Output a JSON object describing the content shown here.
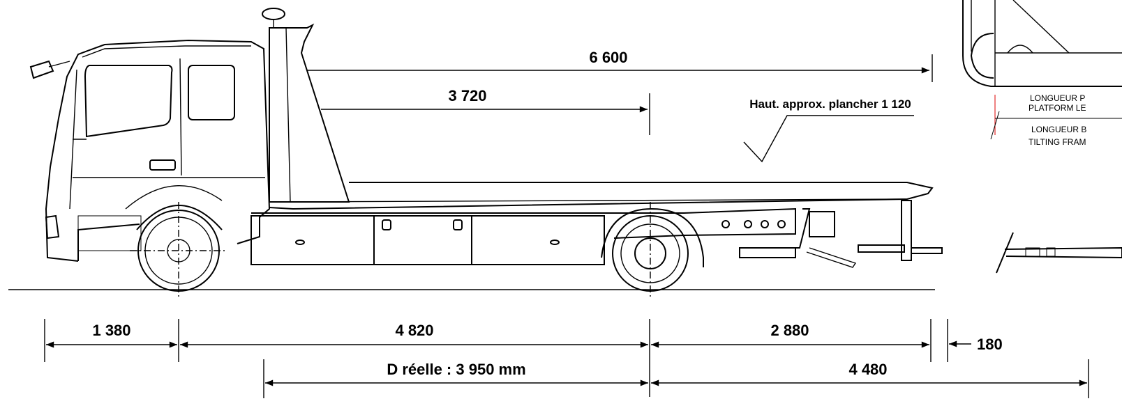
{
  "dimensions": {
    "overall_platform": "6 600",
    "platform_front": "3 720",
    "front_overhang": "1 380",
    "wheelbase": "4 820",
    "rear_section": "2 880",
    "rear_extra": "180",
    "real_distance": "D réelle : 3 950 mm",
    "rear_total": "4 480"
  },
  "notes": {
    "floor_height": "Haut. approx. plancher 1 120"
  },
  "inset": {
    "label_1_line1": "LONGUEUR P",
    "label_1_line2": "PLATFORM LE",
    "label_2_line1": "LONGUEUR B",
    "label_2_line2": "TILTING FRAM"
  }
}
